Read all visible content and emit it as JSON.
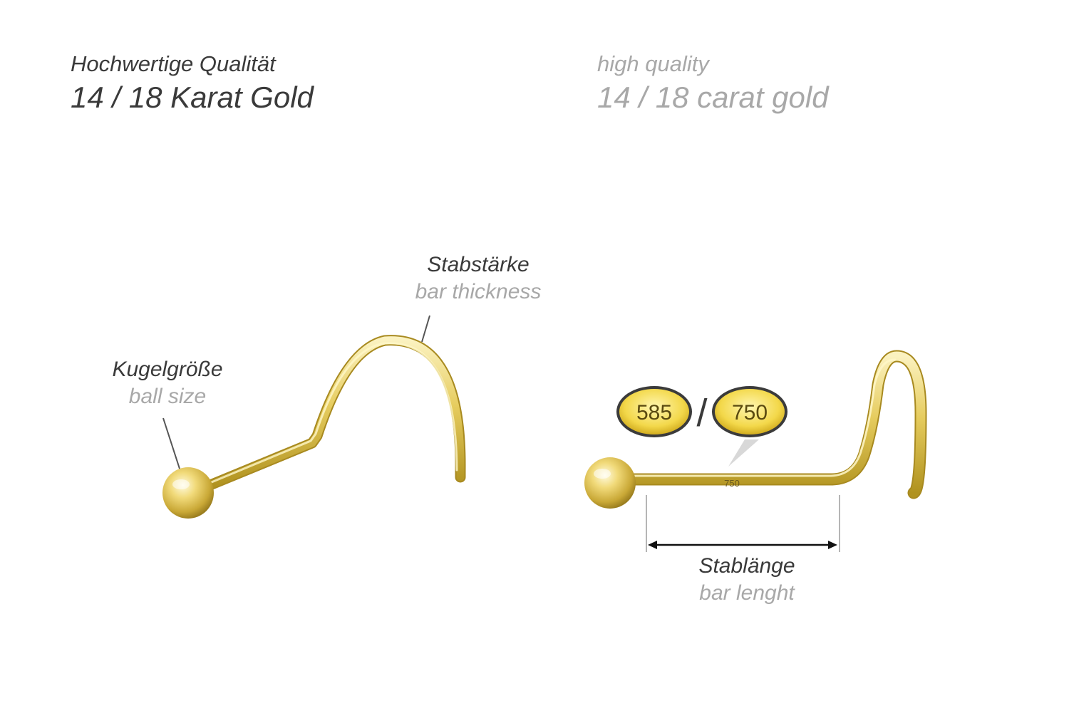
{
  "header": {
    "de_subtitle": "Hochwertige Qualität",
    "de_title": "14 / 18 Karat Gold",
    "en_subtitle": "high quality",
    "en_title": "14 / 18 carat gold"
  },
  "labels": {
    "bar_thickness_de": "Stabstärke",
    "bar_thickness_en": "bar thickness",
    "ball_size_de": "Kugelgröße",
    "ball_size_en": "ball size",
    "bar_length_de": "Stablänge",
    "bar_length_en": "bar lenght"
  },
  "stamps": {
    "left": "585",
    "separator": "/",
    "right": "750",
    "engraving": "750"
  },
  "colors": {
    "gold_light": "#f7e9a0",
    "gold_mid": "#e2c85a",
    "gold_dark": "#a98a22",
    "text_de": "#3a3a3a",
    "text_en": "#a8a8a8"
  }
}
